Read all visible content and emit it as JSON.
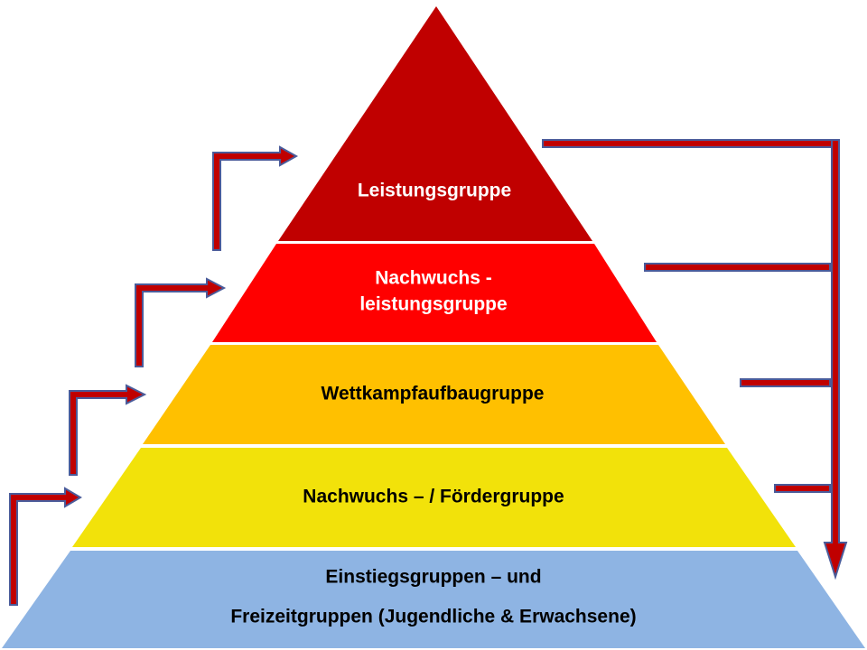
{
  "pyramid": {
    "levels": [
      {
        "lines": [
          "Leistungsgruppe"
        ],
        "color": "#c00000"
      },
      {
        "lines": [
          "Nachwuchs -",
          "leistungsgruppe"
        ],
        "color": "#ff0000"
      },
      {
        "lines": [
          "Wettkampfaufbaugruppe"
        ],
        "color": "#ffc000"
      },
      {
        "lines": [
          "Nachwuchs – / Fördergruppe"
        ],
        "color": "#f2e20a"
      },
      {
        "lines": [
          "Einstiegsgruppen – und",
          "Freizeitgruppen (Jugendliche & Erwachsene)"
        ],
        "color": "#8eb4e3"
      }
    ]
  },
  "arrows": {
    "fill": "#c00000",
    "outline": "#4a5b9a"
  }
}
